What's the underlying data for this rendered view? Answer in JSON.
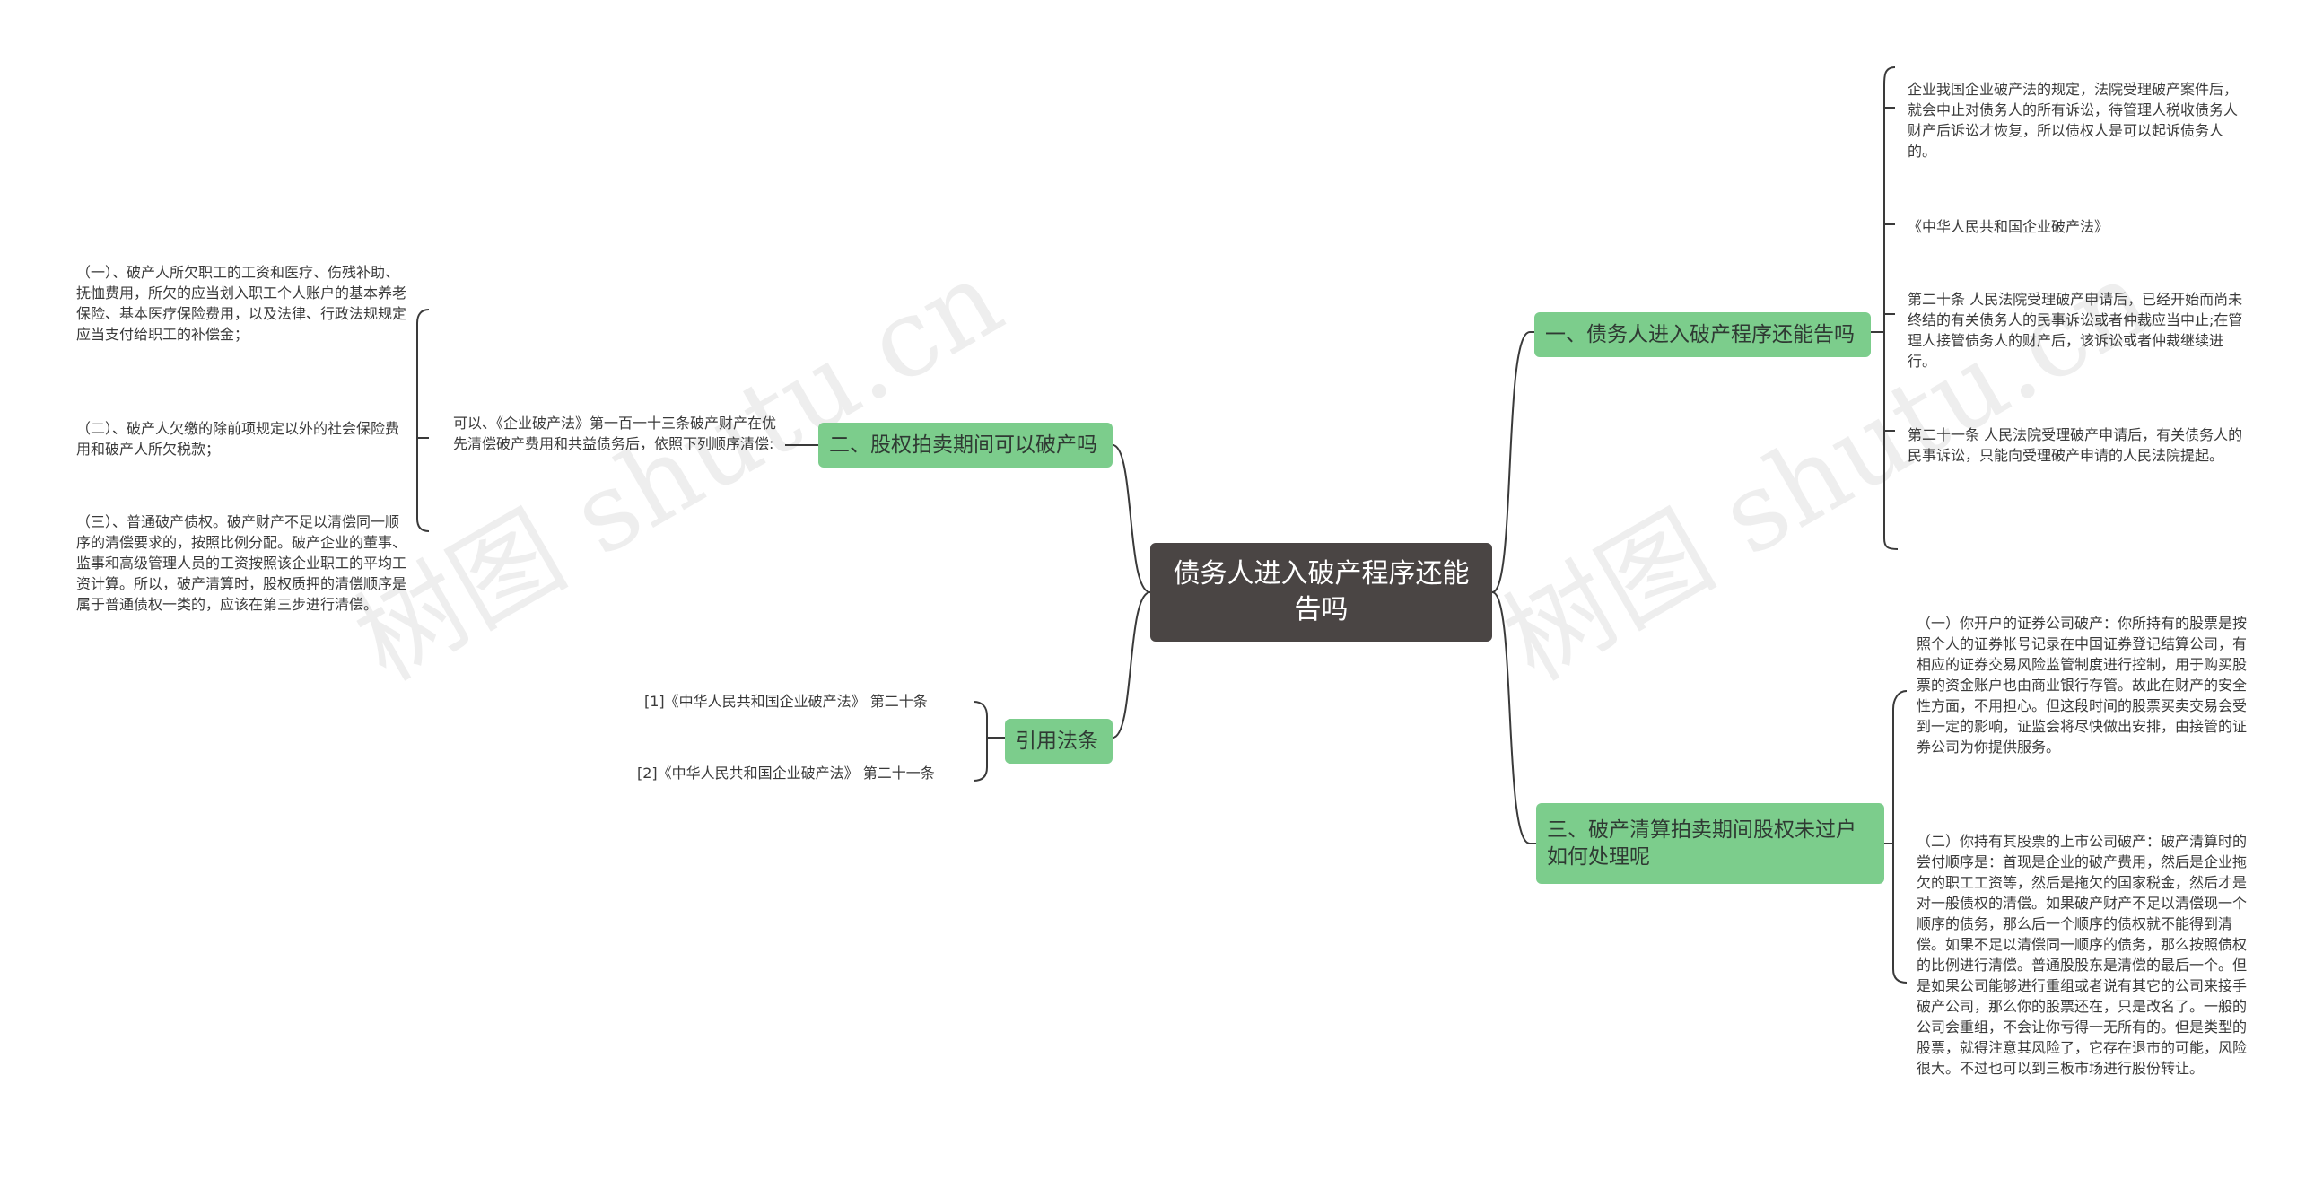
{
  "watermark": "树图 shutu.cn",
  "root": {
    "label": "债务人进入破产程序还能告吗"
  },
  "branches": {
    "b1": {
      "label": "一、债务人进入破产程序还能告吗"
    },
    "b2": {
      "label": "二、股权拍卖期间可以破产吗"
    },
    "b3": {
      "label": "三、破产清算拍卖期间股权未过户如何处理呢"
    },
    "b4": {
      "label": "引用法条"
    }
  },
  "leaves": {
    "r1a": "企业我国企业破产法的规定，法院受理破产案件后，就会中止对债务人的所有诉讼，待管理人税收债务人财产后诉讼才恢复，所以债权人是可以起诉债务人的。",
    "r1b": "《中华人民共和国企业破产法》",
    "r1c": "第二十条 人民法院受理破产申请后，已经开始而尚未终结的有关债务人的民事诉讼或者仲裁应当中止;在管理人接管债务人的财产后，该诉讼或者仲裁继续进行。",
    "r1d": "第二十一条 人民法院受理破产申请后，有关债务人的民事诉讼，只能向受理破产申请的人民法院提起。",
    "r3a": "（一）你开户的证券公司破产：你所持有的股票是按照个人的证券帐号记录在中国证券登记结算公司，有相应的证券交易风险监管制度进行控制，用于购买股票的资金账户也由商业银行存管。故此在财产的安全性方面，不用担心。但这段时间的股票买卖交易会受到一定的影响，证监会将尽快做出安排，由接管的证券公司为你提供服务。",
    "r3b": "（二）你持有其股票的上市公司破产：破产清算时的尝付顺序是：首现是企业的破产费用，然后是企业拖欠的职工工资等，然后是拖欠的国家税金，然后才是对一般债权的清偿。如果破产财产不足以清偿现一个顺序的债务，那么后一个顺序的债权就不能得到清偿。如果不足以清偿同一顺序的债务，那么按照债权的比例进行清偿。普通股股东是清偿的最后一个。但是如果公司能够进行重组或者说有其它的公司来接手破产公司，那么你的股票还在，只是改名了。一般的公司会重组，不会让你亏得一无所有的。但是类型的股票，就得注意其风险了，它存在退市的可能，风险很大。不过也可以到三板市场进行股份转让。",
    "l2": "可以、《企业破产法》第一百一十三条破产财产在优先清偿破产费用和共益债务后，依照下列顺序清偿:",
    "l2a": "（一）、破产人所欠职工的工资和医疗、伤残补助、抚恤费用，所欠的应当划入职工个人账户的基本养老保险、基本医疗保险费用，以及法律、行政法规规定应当支付给职工的补偿金；",
    "l2b": "（二）、破产人欠缴的除前项规定以外的社会保险费用和破产人所欠税款；",
    "l2c": "（三）、普通破产债权。破产财产不足以清偿同一顺序的清偿要求的，按照比例分配。破产企业的董事、监事和高级管理人员的工资按照该企业职工的平均工资计算。所以，破产清算时，股权质押的清偿顺序是属于普通债权一类的，应该在第三步进行清偿。",
    "l4a": "[1]《中华人民共和国企业破产法》 第二十条",
    "l4b": "[2]《中华人民共和国企业破产法》 第二十一条"
  },
  "colors": {
    "root_bg": "#4a4544",
    "branch_bg": "#7ccd8c",
    "line": "#3a3a3a"
  }
}
